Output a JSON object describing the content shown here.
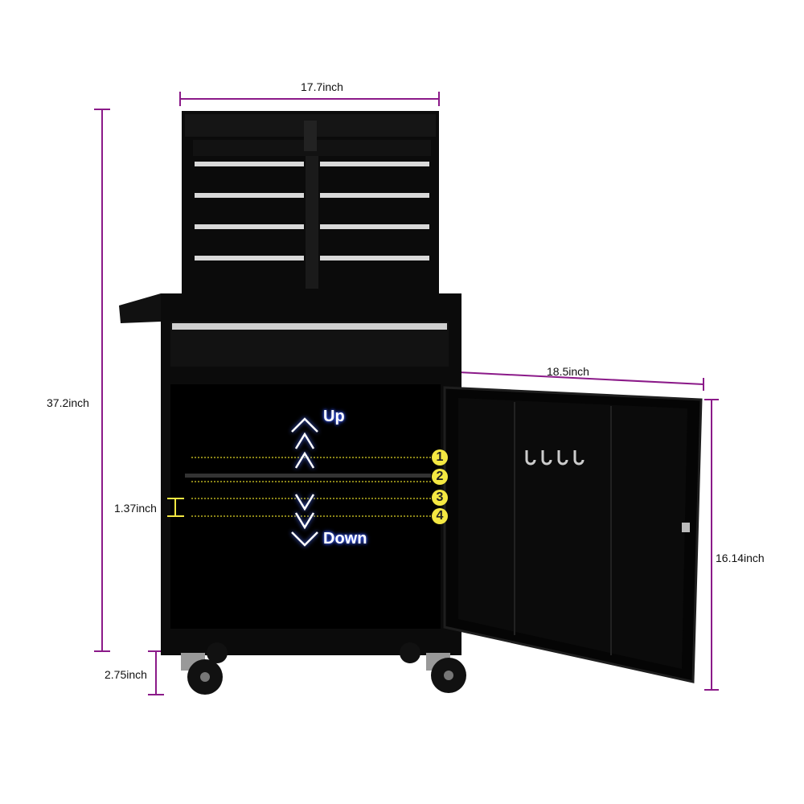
{
  "dimensions": {
    "width_top": "17.7inch",
    "height_total": "37.2inch",
    "caster_height": "2.75inch",
    "door_width": "18.5inch",
    "door_height": "16.14inch",
    "shelf_spacing": "1.37inch"
  },
  "shelf_adjust": {
    "up_label": "Up",
    "down_label": "Down",
    "positions": [
      "1",
      "2",
      "3",
      "4"
    ]
  },
  "colors": {
    "dimension_line": "#8b1a89",
    "cabinet": "#0a0a0a",
    "marker": "#f4e842",
    "arrow_glow": "#4a6cff"
  }
}
